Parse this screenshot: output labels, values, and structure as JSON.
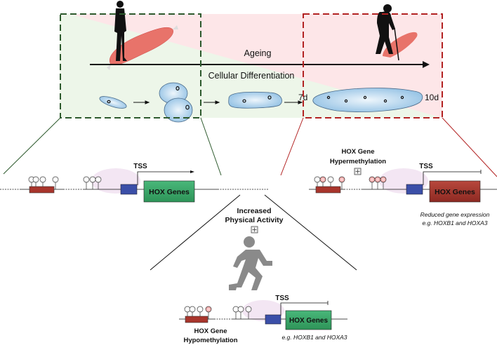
{
  "top_panel": {
    "ageing_label": "Ageing",
    "differentiation_label": "Cellular Differentiation",
    "day7_label": "7d",
    "day10_label": "10d"
  },
  "young_gene": {
    "tss_label": "TSS",
    "gene_label": "HOX Genes"
  },
  "aged_gene": {
    "methylation_line1": "HOX Gene",
    "methylation_line2": "Hypermethylation",
    "tss_label": "TSS",
    "gene_label": "HOX Genes",
    "note_line1": "Reduced gene expression",
    "note_line2": "e.g. HOXB1 and HOXA3"
  },
  "activity": {
    "line1": "Increased",
    "line2": "Physical Activity"
  },
  "active_gene": {
    "tss_label": "TSS",
    "gene_label": "HOX Genes",
    "methylation_line1": "HOX Gene",
    "methylation_line2": "Hypomethylation",
    "note": "e.g. HOXB1 and HOXA3"
  },
  "colors": {
    "young_box": "#2d5a2d",
    "aged_box": "#b22222",
    "green_bg": "#edf6e9",
    "pink_bg": "#fde6e8",
    "gene_active": "#3aa56a",
    "gene_repressed": "#a8352c",
    "promoter": "#3b4fa8"
  }
}
